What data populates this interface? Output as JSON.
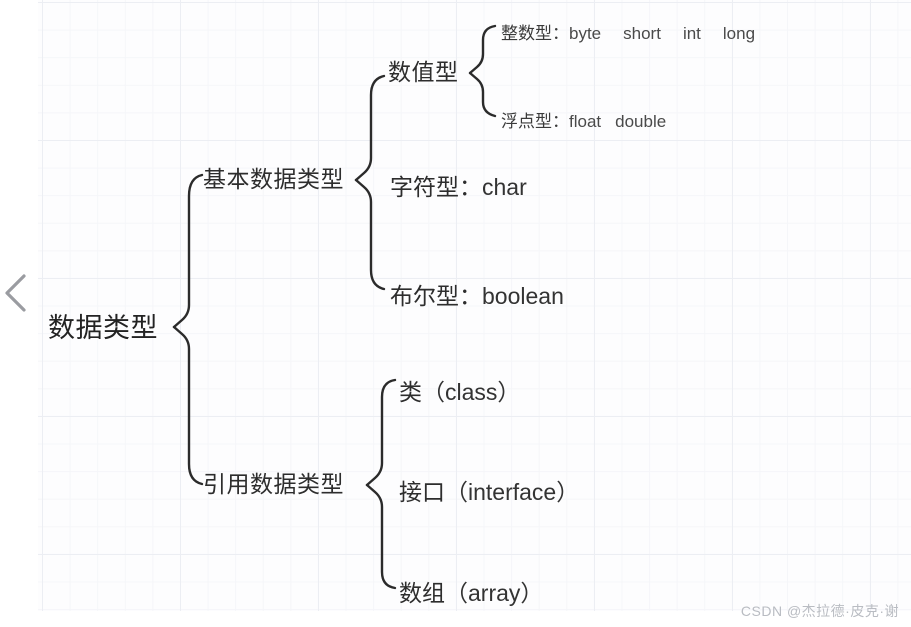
{
  "canvas": {
    "background_color": "#fdfdfe",
    "grid_line_color": "#eceef3"
  },
  "nav": {
    "back_icon": "chevron-left-icon"
  },
  "mindmap": {
    "root": {
      "label": "数据类型"
    },
    "branches": [
      {
        "label": "基本数据类型",
        "children": [
          {
            "label": "数值型",
            "children": [
              {
                "zh": "整数型",
                "colon": "：",
                "types": [
                  "byte",
                  "short",
                  "int",
                  "long"
                ]
              },
              {
                "zh": "浮点型",
                "colon": "：",
                "types": [
                  "float",
                  "double"
                ]
              }
            ]
          },
          {
            "zh": "字符型",
            "colon": "：",
            "en": "char"
          },
          {
            "zh": "布尔型",
            "colon": "：",
            "en": "boolean"
          }
        ]
      },
      {
        "label": "引用数据类型",
        "children": [
          {
            "zh": "类",
            "en": "（class）"
          },
          {
            "zh": "接口",
            "en": "（interface）"
          },
          {
            "zh": "数组",
            "en": "（array）"
          }
        ]
      }
    ]
  },
  "watermark": {
    "text": "CSDN @杰拉德·皮克·谢"
  }
}
